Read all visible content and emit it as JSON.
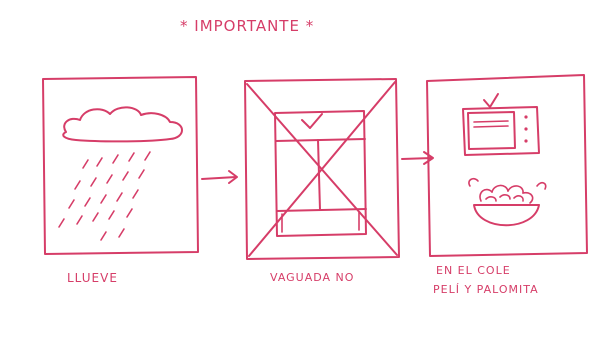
{
  "title": "* IMPORTANTE *",
  "colors": {
    "ink": "#d63d68",
    "paper": "#ffffff"
  },
  "panels": [
    {
      "caption": "LLUEVE",
      "icons": [
        "cloud-icon",
        "rain-icon"
      ]
    },
    {
      "caption": "VAGUADA NO",
      "icons": [
        "crossed-window-icon",
        "checkmark-icon"
      ]
    },
    {
      "caption_lines": [
        "EN EL COLE",
        "PELÍ Y PALOMITA"
      ],
      "icons": [
        "tv-icon",
        "popcorn-bowl-icon"
      ]
    }
  ],
  "connectors": [
    "arrow-right-icon",
    "arrow-right-icon"
  ]
}
